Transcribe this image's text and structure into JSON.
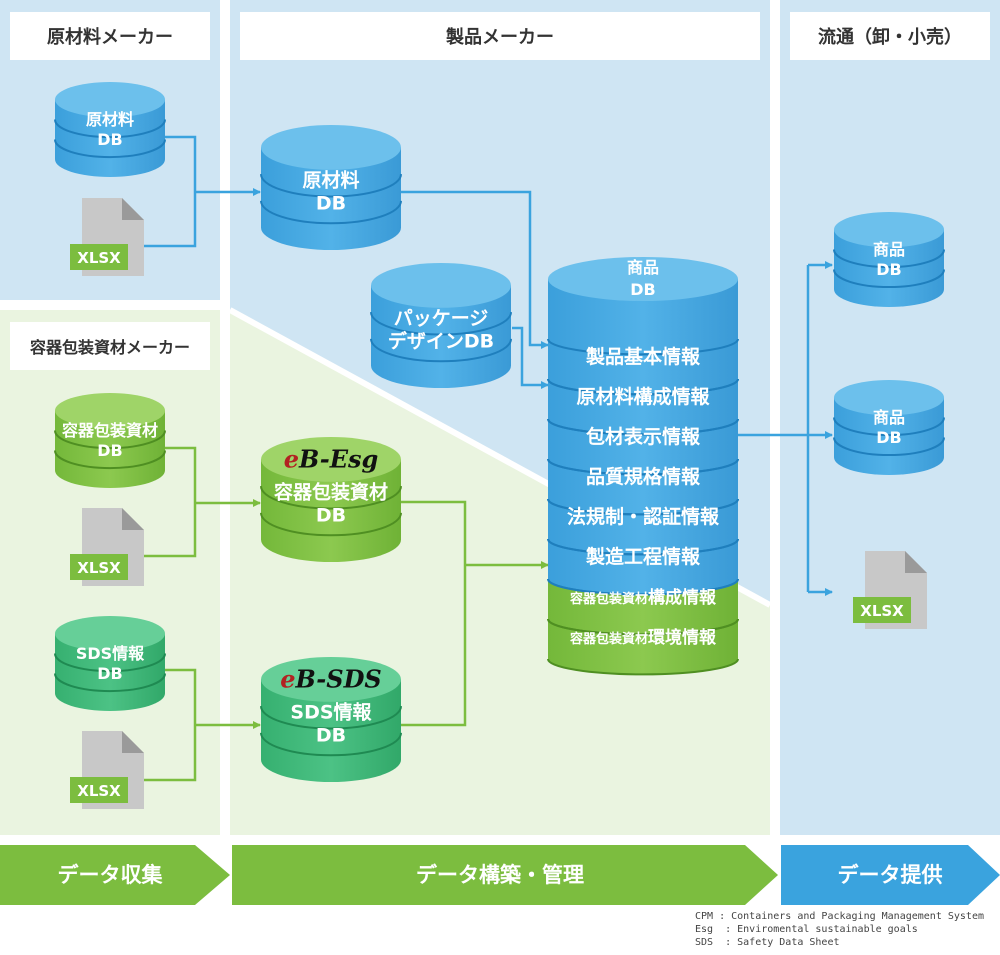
{
  "columns": {
    "raw_material_maker": "原材料メーカー",
    "packaging_maker": "容器包装資材メーカー",
    "product_maker": "製品メーカー",
    "distribution": "流通（卸・小売）"
  },
  "databases": {
    "raw_material_source": [
      "原材料",
      "DB"
    ],
    "packaging_source": [
      "容器包装資材",
      "DB"
    ],
    "sds_source": [
      "SDS情報",
      "DB"
    ],
    "raw_material_central": [
      "原材料",
      "DB"
    ],
    "package_design": [
      "パッケージ",
      "デザインDB"
    ],
    "esg_central": [
      "容器包装資材",
      "DB"
    ],
    "sds_central": [
      "SDS情報",
      "DB"
    ],
    "retail_1": [
      "商品",
      "DB"
    ],
    "retail_2": [
      "商品",
      "DB"
    ]
  },
  "logos": {
    "esg": {
      "prefix": "e",
      "name": "B-Esg"
    },
    "sds": {
      "prefix": "e",
      "name": "B-SDS"
    }
  },
  "product_db": {
    "title": [
      "商品",
      "DB"
    ],
    "layers": [
      {
        "label": "製品基本情報",
        "group": "blue"
      },
      {
        "label": "原材料構成情報",
        "group": "blue"
      },
      {
        "label": "包材表示情報",
        "group": "blue"
      },
      {
        "label": "品質規格情報",
        "group": "blue"
      },
      {
        "label": "法規制・認証情報",
        "group": "blue"
      },
      {
        "label": "製造工程情報",
        "group": "blue"
      },
      {
        "label_prefix": "容器包装資材",
        "label": "構成情報",
        "group": "green"
      },
      {
        "label_prefix": "容器包装資材",
        "label": "環境情報",
        "group": "green"
      }
    ]
  },
  "file_badge": "XLSX",
  "stages": [
    "データ収集",
    "データ構築・管理",
    "データ提供"
  ],
  "legend": [
    "CPM : Containers and Packaging Management System",
    "Esg  : Enviromental sustainable goals",
    "SDS  : Safety Data Sheet"
  ],
  "colors": {
    "blue_db": "#3aa3de",
    "blue_db_light": "#62b9e9",
    "green_db": "#7cbd3f",
    "teal_db": "#3cb878",
    "blue_line": "#3aa3de",
    "green_line": "#7cbd3f",
    "blue_panel": "#cfe5f3",
    "green_panel": "#eaf4e0",
    "stage_green": "#7cbd3f",
    "stage_blue": "#3aa3de"
  }
}
